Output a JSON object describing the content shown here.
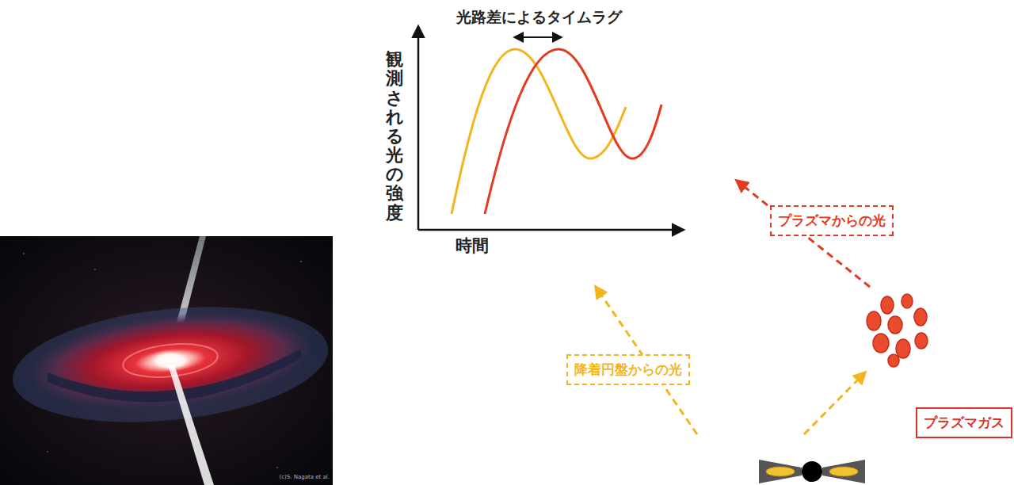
{
  "diagram": {
    "nodes": [
      {
        "text": [
          "プラズマからの光"
        ]
      },
      {
        "text": [
          "降着円盤からの光"
        ]
      },
      {
        "text": [
          "プラズマガス"
        ]
      }
    ],
    "labels": [
      "光路差によるタイムラグ",
      "観測される光の強度",
      "時間",
      "(c)S. Nagata et al."
    ]
  }
}
